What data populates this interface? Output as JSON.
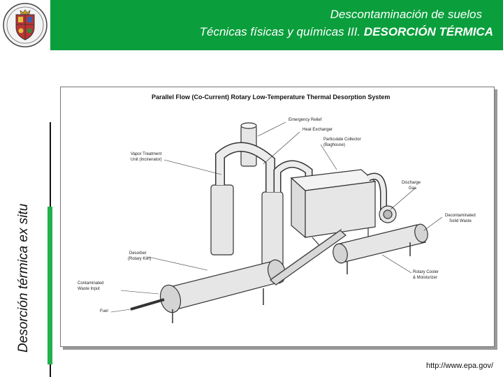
{
  "header": {
    "title_line1": "Descontaminación de suelos",
    "title_line2_prefix": "Técnicas físicas y químicas III.",
    "title_line2_bold": "DESORCIÓN TÉRMICA",
    "accent_color": "#0a9e3c",
    "logo_icon": "university-crest-icon"
  },
  "side_title": "Desorción térmica ex situ",
  "figure": {
    "title": "Parallel Flow (Co-Current) Rotary Low-Temperature Thermal Desorption System",
    "labels": {
      "emergency_relief": "Emergency Relief",
      "heat_exchanger": "Heat Exchanger",
      "particulate_collector_1": "Particulate Collector",
      "particulate_collector_2": "(Baghouse)",
      "vapor_treatment_1": "Vapor Treatment",
      "vapor_treatment_2": "Unit (Incinerator)",
      "discharge_gas_1": "Discharge",
      "discharge_gas_2": "Gas",
      "decontaminated_1": "Decontaminated",
      "decontaminated_2": "Solid Waste",
      "desorber_1": "Desorber",
      "desorber_2": "(Rotary Kiln)",
      "contaminated_1": "Contaminated",
      "contaminated_2": "Waste Input",
      "fuel": "Fuel",
      "rotary_cooler_1": "Rotary Cooler",
      "rotary_cooler_2": "& Moisturizer"
    }
  },
  "credit": "http://www.epa.gov/"
}
